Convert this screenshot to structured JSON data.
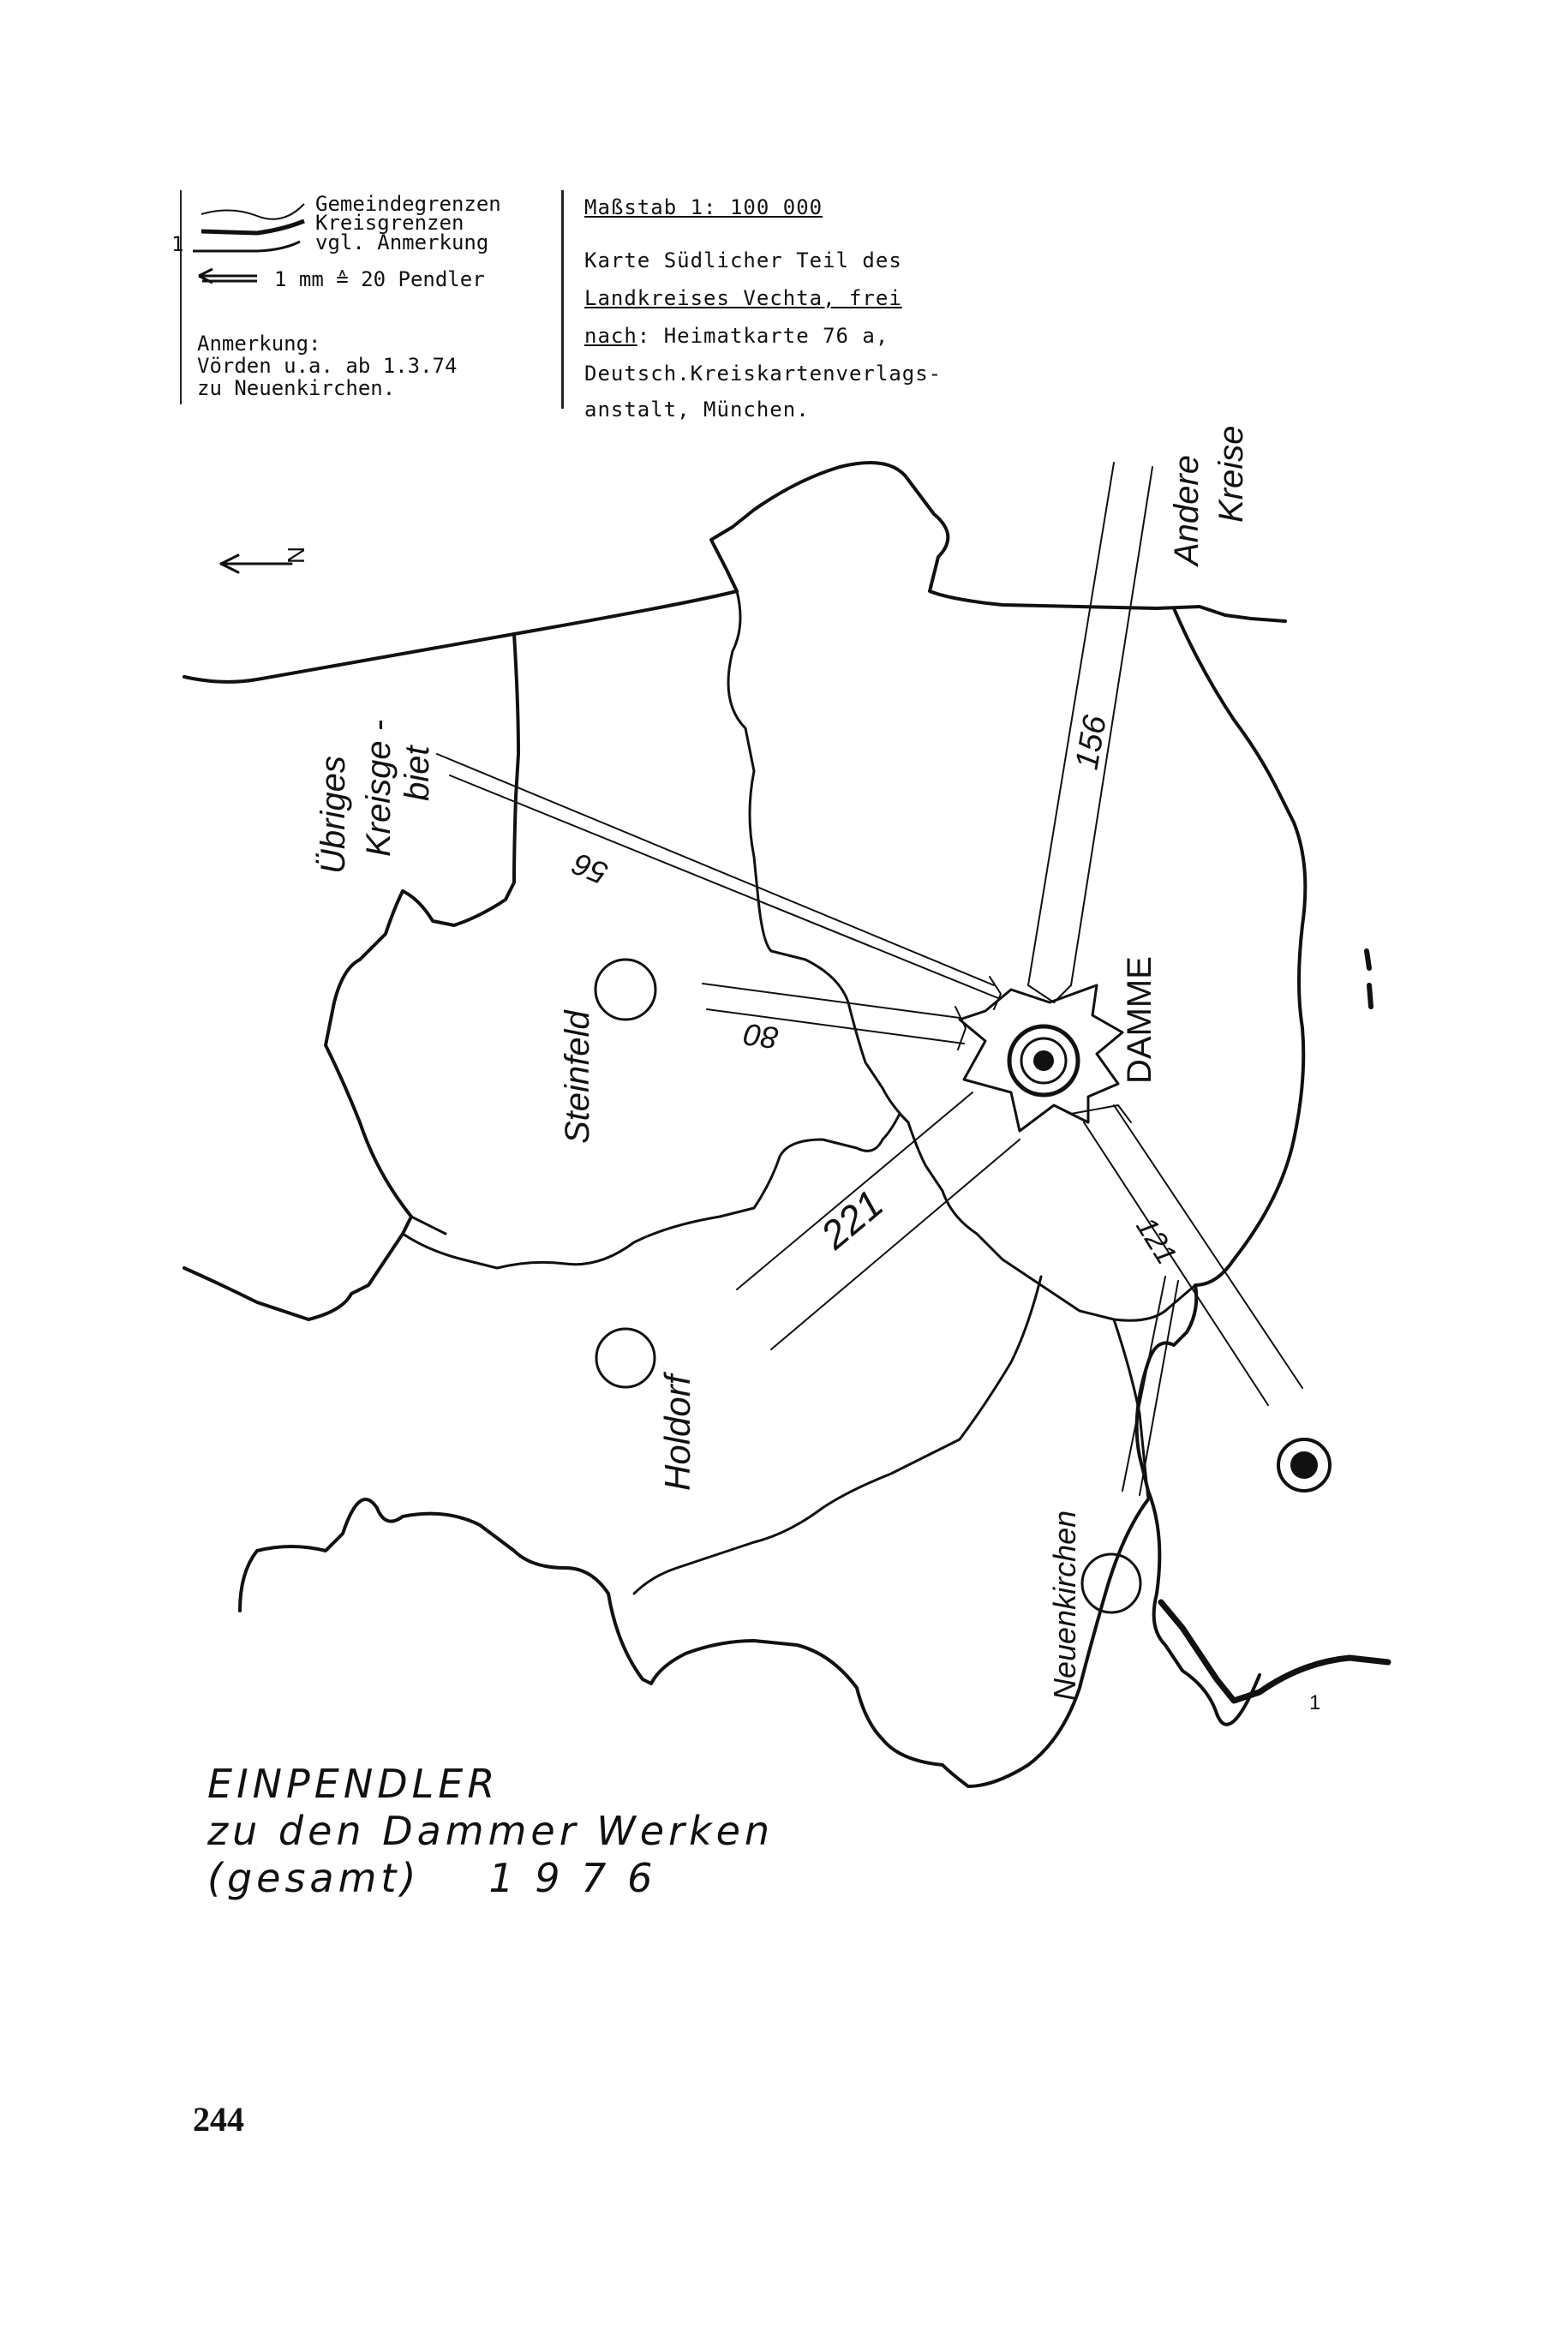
{
  "legend": {
    "municipal_boundaries": "Gemeindegrenzen",
    "district_boundaries": "Kreisgrenzen",
    "see_note": "vgl. Anmerkung",
    "see_note_marker": "1",
    "scale_symbol": "1 mm ≙ 20 Pendler",
    "note_label": "Anmerkung:",
    "note_line1": "Vörden u.a. ab 1.3.74",
    "note_line2": "zu Neuenkirchen."
  },
  "source": {
    "scale": "Maßstab 1: 100 000",
    "line1": "Karte Südlicher Teil des",
    "line2": "Landkreises Vechta, frei",
    "line3_label": "nach",
    "line3_rest": ": Heimatkarte 76 a,",
    "line4": "Deutsch.Kreiskartenverlags-",
    "line5": "anstalt, München."
  },
  "map": {
    "north_label": "N",
    "places": {
      "damme": "DAMME",
      "steinfeld": "Steinfeld",
      "holdorf": "Holdorf",
      "neuenkirchen": "Neuenkirchen"
    },
    "regions": {
      "uebriges_kreisgebiet_1": "Übriges",
      "uebriges_kreisgebiet_2": "Kreisge -",
      "uebriges_kreisgebiet_3": "biet",
      "andere_kreise_1": "Andere",
      "andere_kreise_2": "Kreise"
    },
    "flows": {
      "uebriges": "56",
      "steinfeld": "80",
      "holdorf": "221",
      "neuenkirchen": "121",
      "andere_kreise": "156"
    },
    "note_marker": "1"
  },
  "caption": {
    "line1": "EINPENDLER",
    "line2": "zu den Dammer Werken",
    "line3_a": "(gesamt)",
    "line3_b": "1 9 7 6"
  },
  "page_number": "244"
}
